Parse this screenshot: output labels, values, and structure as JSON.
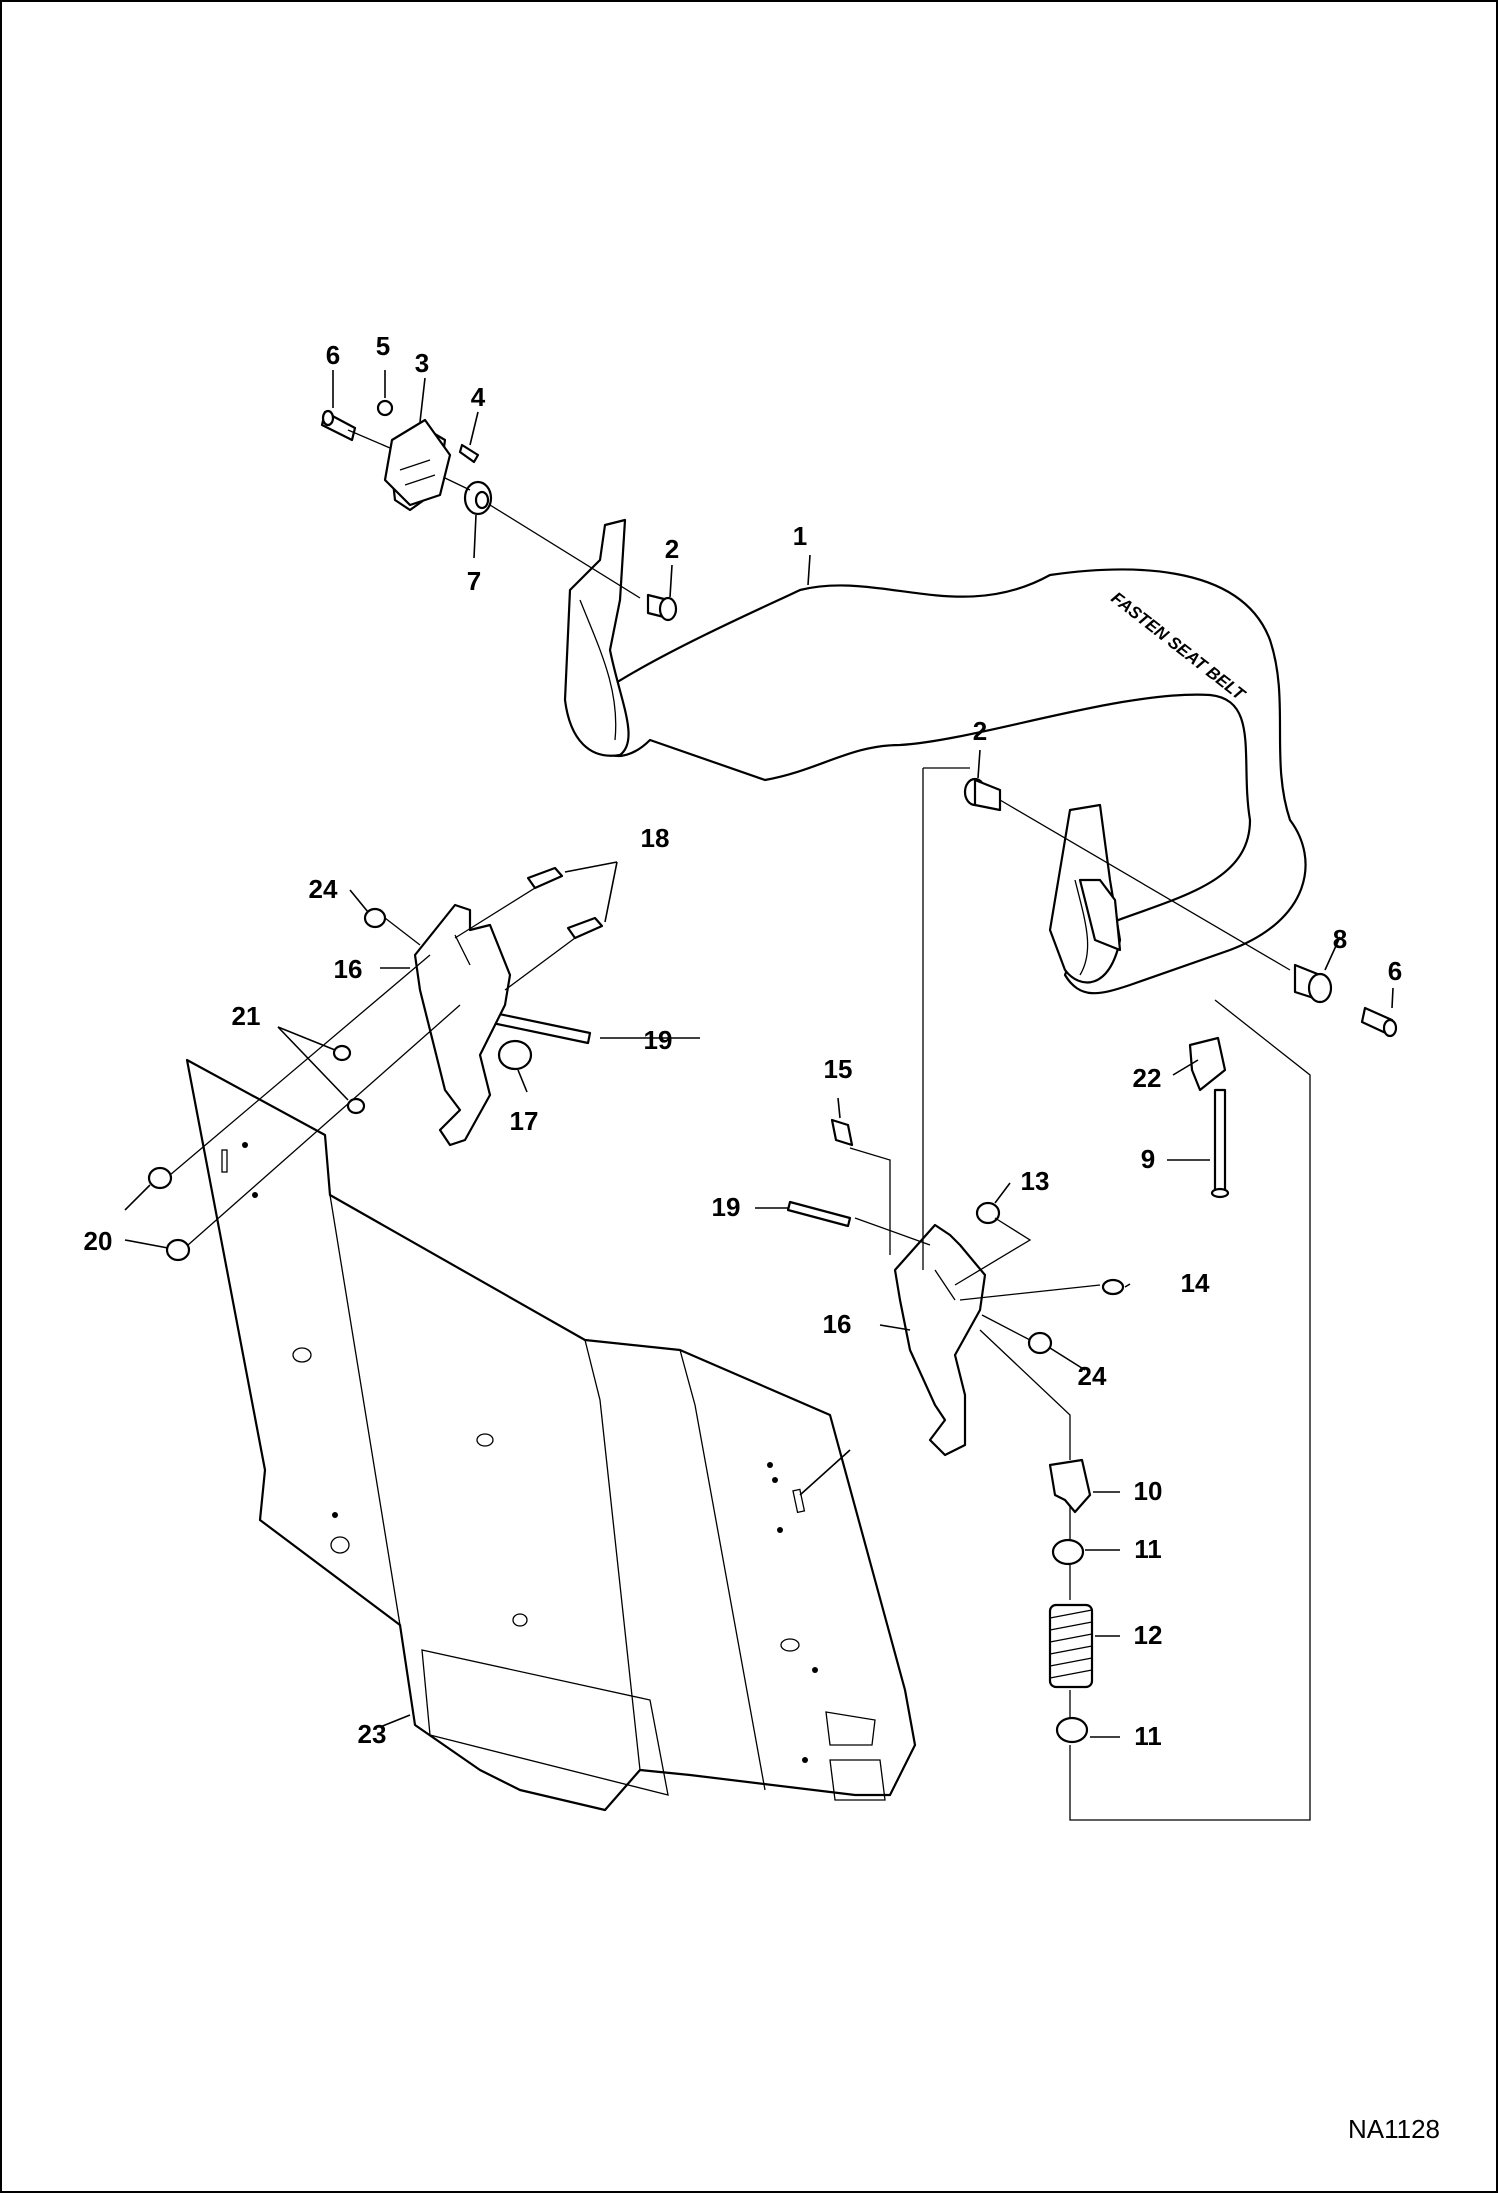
{
  "drawing_id": "NA1128",
  "seat_bar_text": "FASTEN SEAT BELT",
  "callouts": {
    "c1": "1",
    "c2a": "2",
    "c2b": "2",
    "c3": "3",
    "c4": "4",
    "c5": "5",
    "c6a": "6",
    "c6b": "6",
    "c7": "7",
    "c8": "8",
    "c9": "9",
    "c10": "10",
    "c11a": "11",
    "c11b": "11",
    "c12": "12",
    "c13": "13",
    "c14": "14",
    "c15": "15",
    "c16a": "16",
    "c16b": "16",
    "c17": "17",
    "c18": "18",
    "c19a": "19",
    "c19b": "19",
    "c20": "20",
    "c21": "21",
    "c22": "22",
    "c23": "23",
    "c24a": "24",
    "c24b": "24"
  }
}
